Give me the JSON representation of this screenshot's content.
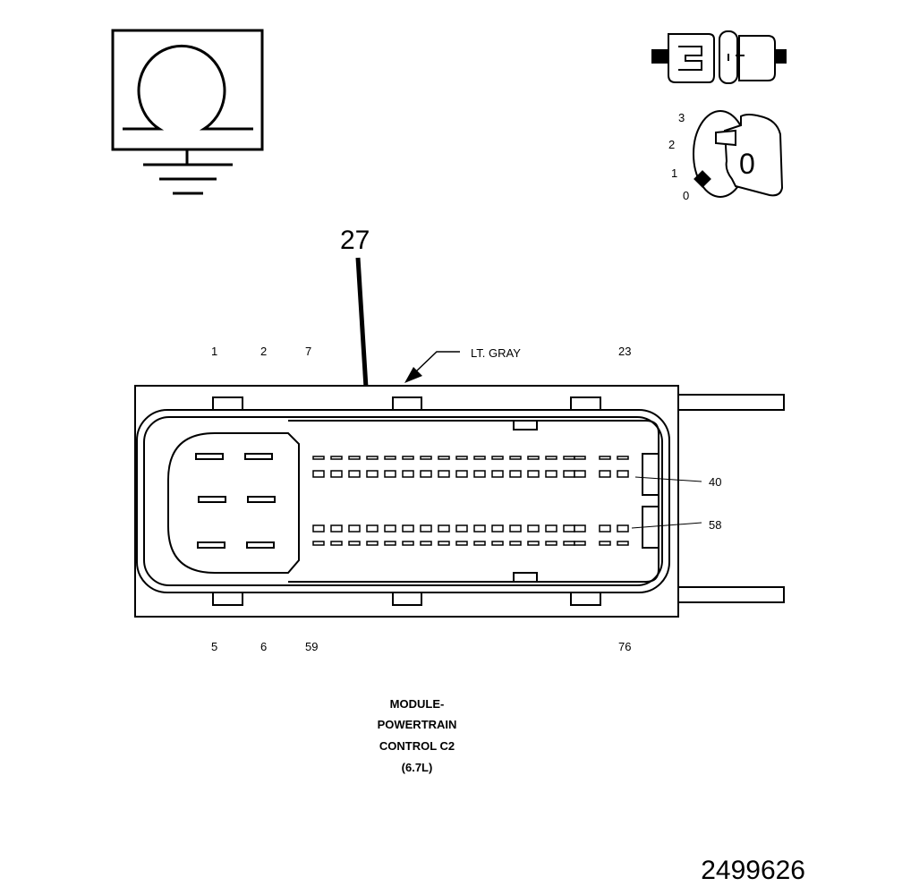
{
  "symbols": {
    "ground_ohm_icon": "ohm-ground-symbol",
    "connector_icon": "inline-connector-symbol",
    "ignition_icon": "ignition-key-switch-symbol",
    "ignition_positions": [
      "3",
      "2",
      "1",
      "0"
    ],
    "ignition_key_letter": "0"
  },
  "callout": {
    "number": "27"
  },
  "connector": {
    "color_label": "LT. GRAY",
    "top_pins": [
      "1",
      "2",
      "7",
      "23"
    ],
    "bottom_pins": [
      "5",
      "6",
      "59",
      "76"
    ],
    "side_pins": [
      "40",
      "58"
    ]
  },
  "caption": {
    "lines": [
      "MODULE-",
      "POWERTRAIN",
      "CONTROL C2",
      "(6.7L)"
    ]
  },
  "figure_id": "2499626"
}
